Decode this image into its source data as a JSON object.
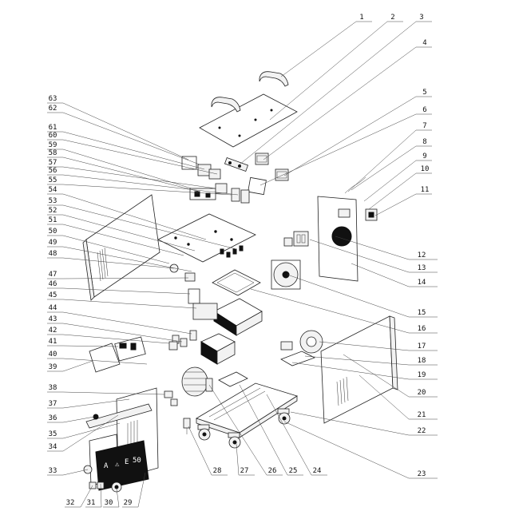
{
  "labels": [
    "1",
    "2",
    "3",
    "4",
    "5",
    "6",
    "7",
    "8",
    "9",
    "10",
    "11",
    "12",
    "13",
    "14",
    "15",
    "16",
    "17",
    "18",
    "19",
    "20",
    "21",
    "22",
    "23",
    "24",
    "25",
    "26",
    "27",
    "28",
    "29",
    "30",
    "31",
    "32",
    "33",
    "34",
    "35",
    "36",
    "37",
    "38",
    "39",
    "40",
    "41",
    "42",
    "43",
    "44",
    "45",
    "46",
    "47",
    "48",
    "49",
    "50",
    "51",
    "52",
    "53",
    "54",
    "55",
    "56",
    "57",
    "58",
    "59",
    "60",
    "61",
    "62",
    "63"
  ],
  "front_panel_text": [
    "A",
    "⚠",
    "E",
    "50"
  ]
}
